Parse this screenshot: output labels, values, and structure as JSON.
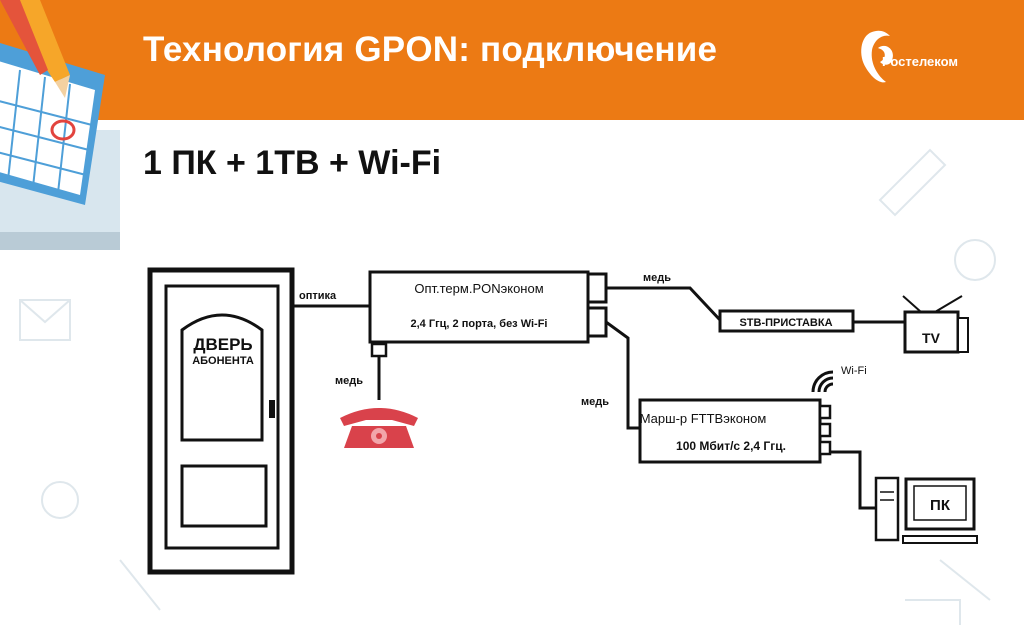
{
  "header": {
    "title": "Технология GPON: подключение",
    "logo_text": "Ростелеком",
    "bg_color": "#ec7a14"
  },
  "subtitle": "1 ПК + 1ТВ + Wi-Fi",
  "diagram": {
    "door_label_1": "ДВЕРЬ",
    "door_label_2": "АБОНЕНТА",
    "link_optics": "оптика",
    "terminal_line_1": "Опт.терм.PONэконом",
    "terminal_line_2": "2,4 Ггц, 2 порта, без Wi-Fi",
    "link_copper_tv": "медь",
    "stb_label": "STB-ПРИСТАВКА",
    "tv_label": "TV",
    "link_copper_phone": "медь",
    "link_copper_router": "медь",
    "wifi_label": "Wi-Fi",
    "router_line_1": "Марш-р FTTBэконом",
    "router_line_2": "100 Мбит/с  2,4 Ггц.",
    "pc_label": "ПК"
  },
  "icons": [
    "calendar-icon",
    "pencil-icon",
    "rostelecom-logo",
    "phone-icon",
    "tv-icon",
    "wifi-icon",
    "pc-icon"
  ],
  "colors": {
    "accent": "#ec7a14",
    "phone": "#d9424b",
    "lines": "#111111"
  }
}
